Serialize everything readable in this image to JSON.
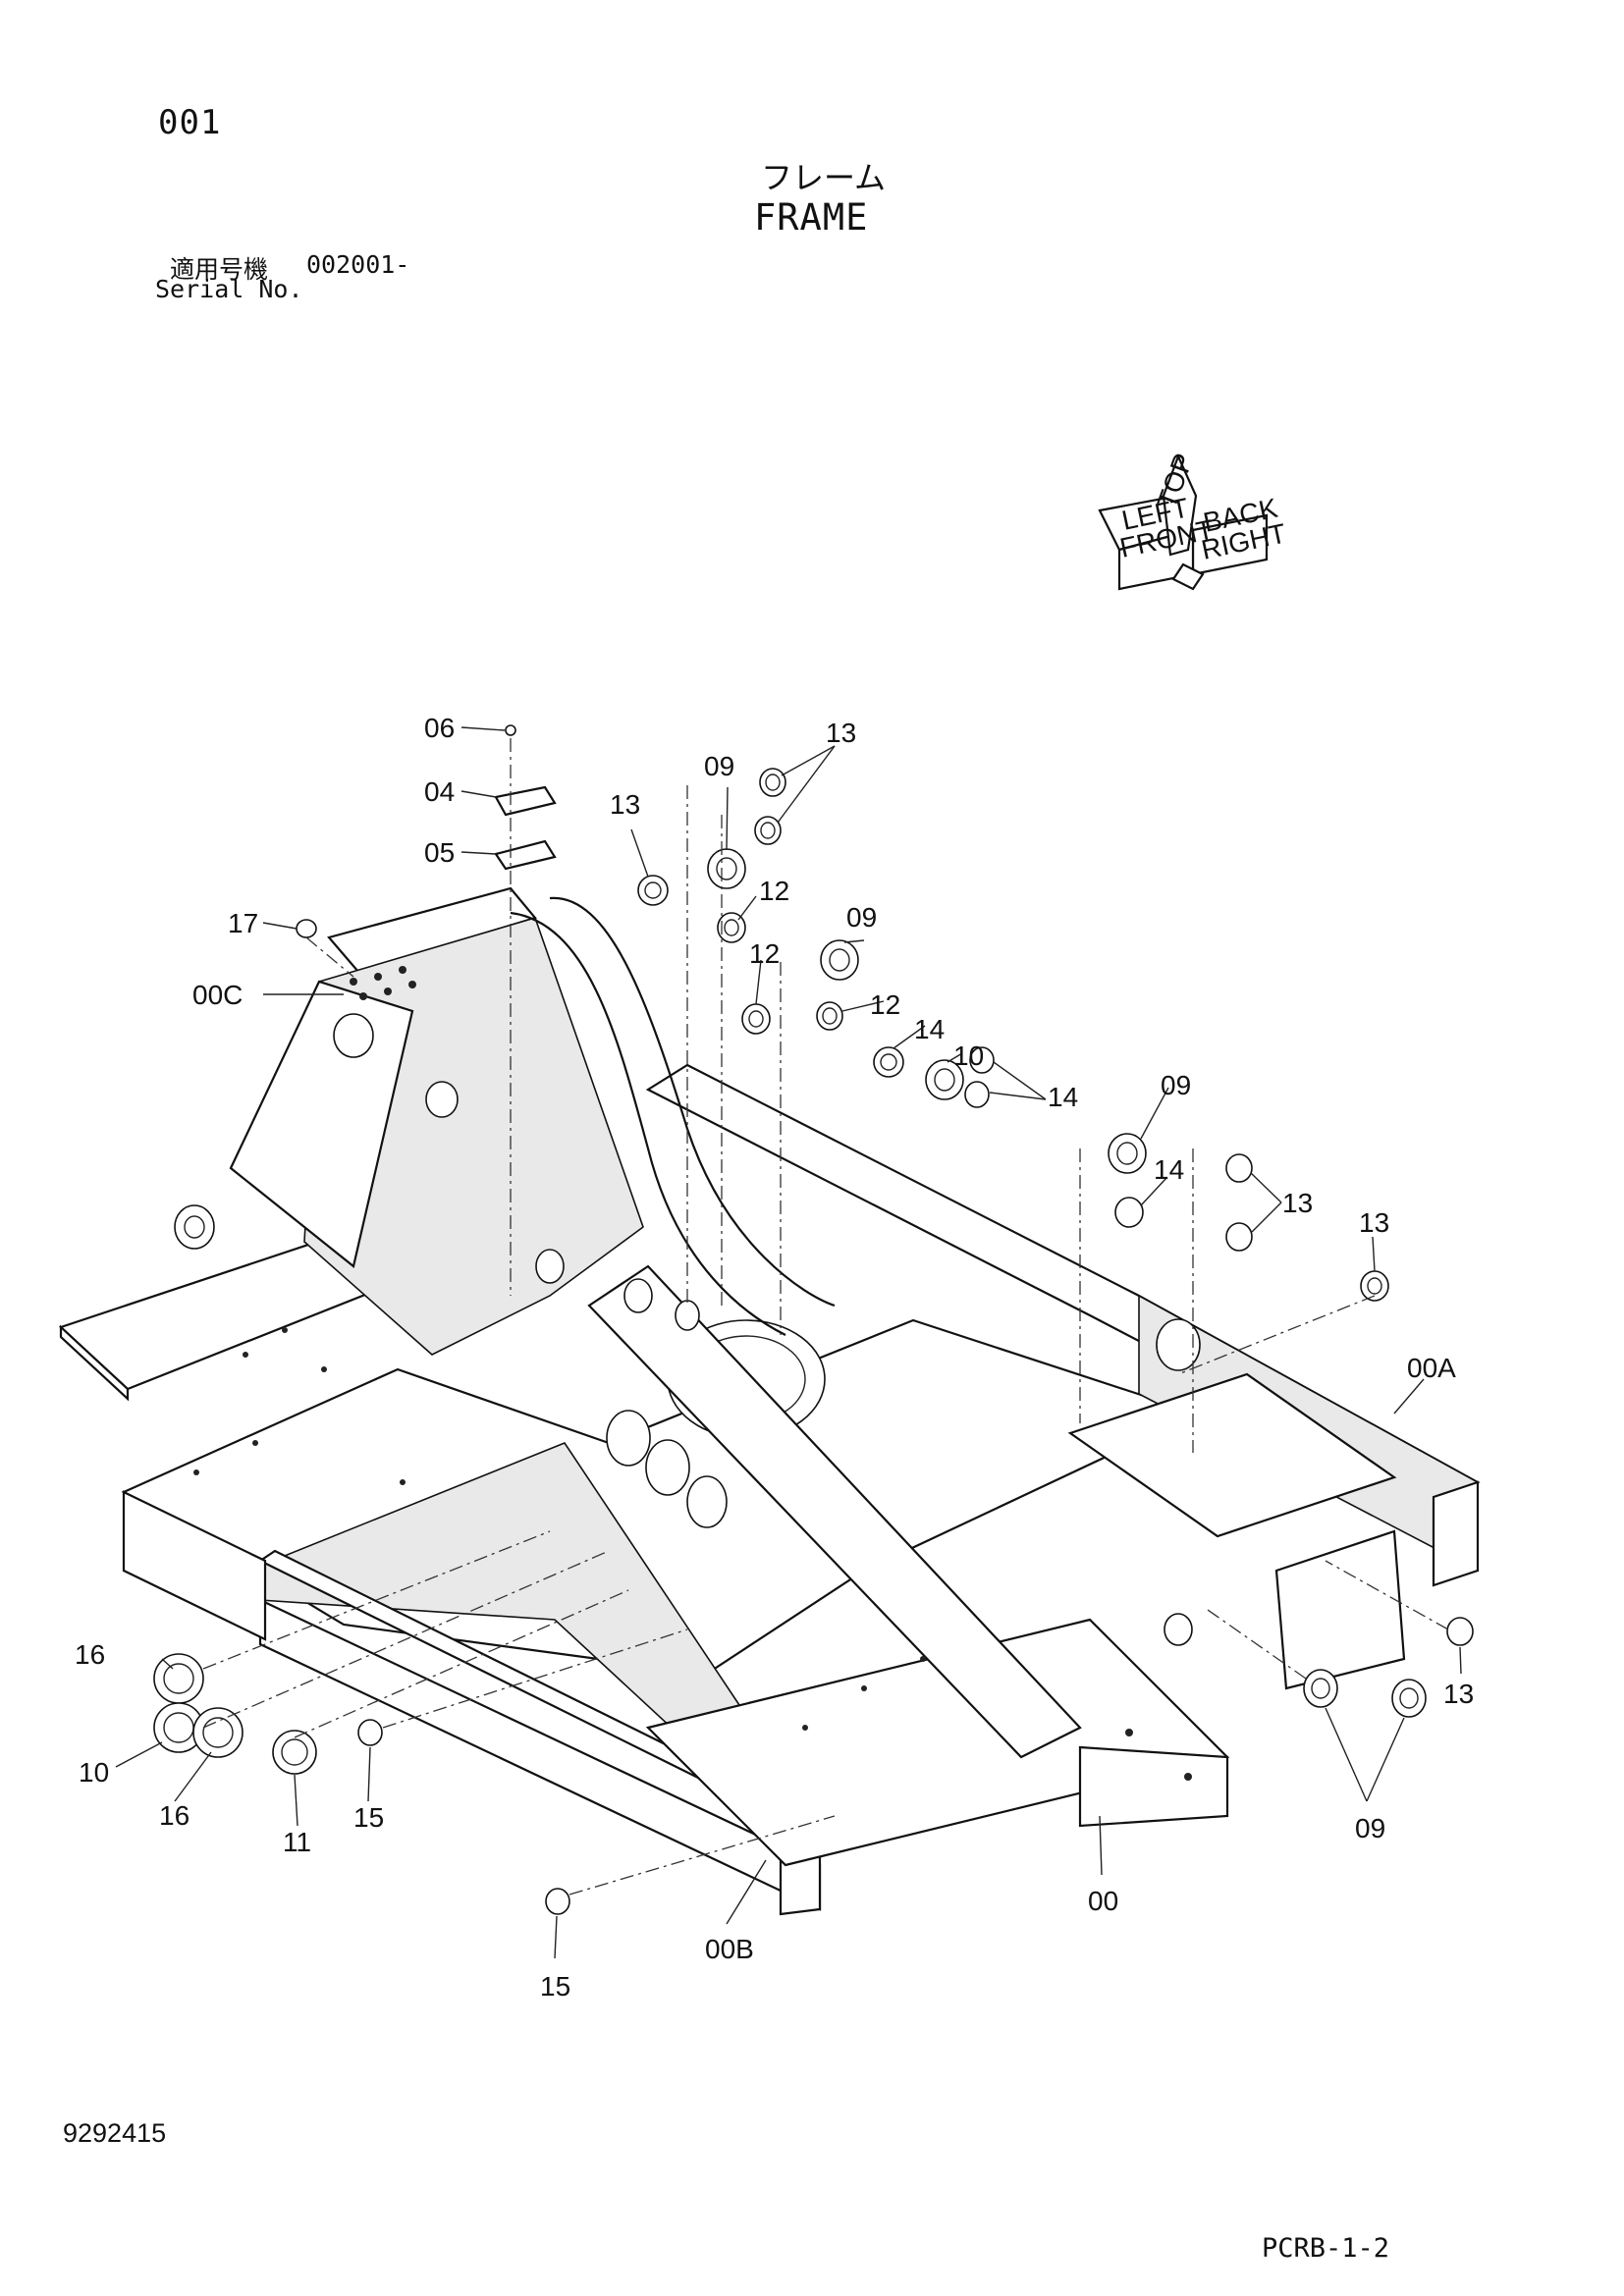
{
  "header": {
    "page_no": "001",
    "title_jp": "フレーム",
    "title_en": "FRAME",
    "serial_label_jp": "適用号機",
    "serial_value": "002001-",
    "serial_label_en": "Serial No."
  },
  "orientation_icon": {
    "labels": [
      "FRONT",
      "TOP",
      "RIGHT",
      "BACK",
      "LEFT"
    ]
  },
  "callouts": [
    "06",
    "04",
    "05",
    "17",
    "00C",
    "13",
    "09",
    "13",
    "12",
    "12",
    "09",
    "12",
    "14",
    "10",
    "14",
    "09",
    "14",
    "13",
    "13",
    "00A",
    "16",
    "10",
    "16",
    "11",
    "15",
    "15",
    "00B",
    "00",
    "13",
    "09"
  ],
  "footer": {
    "drawing_no": "9292415",
    "page_ref": "PCRB-1-2"
  }
}
